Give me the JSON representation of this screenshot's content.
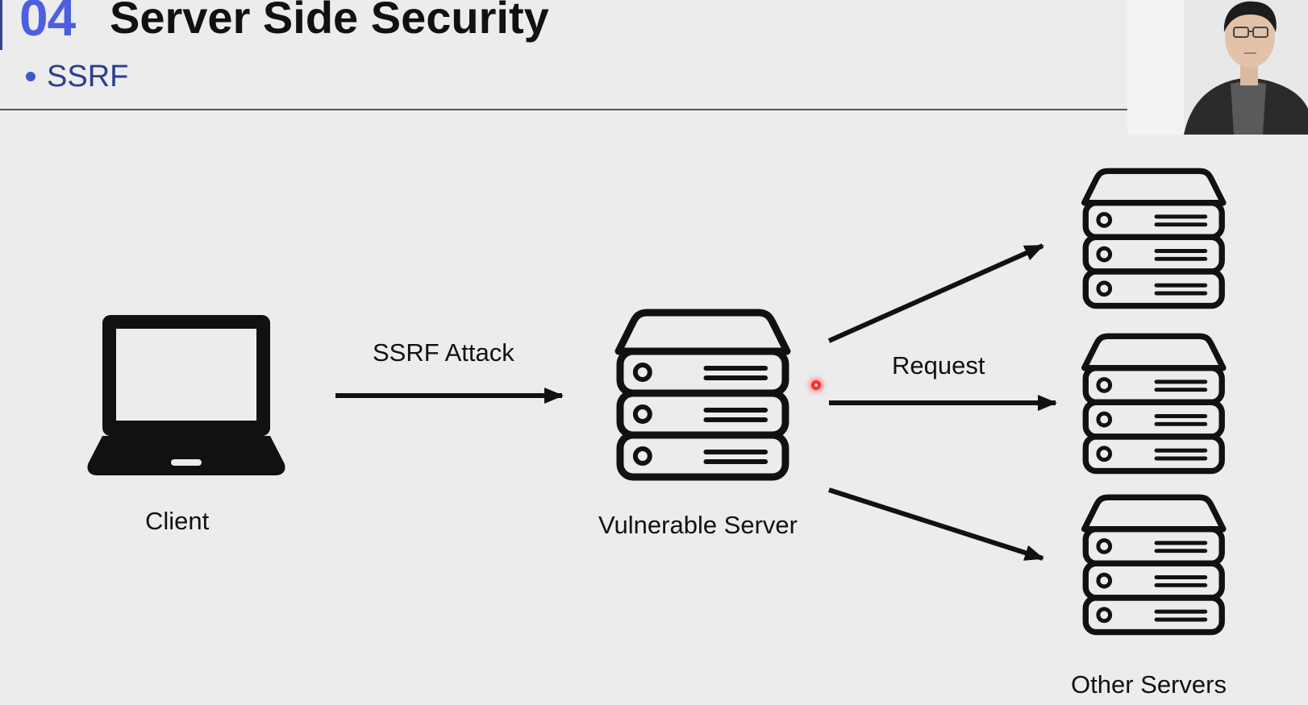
{
  "header": {
    "section_number": "04",
    "title": "Server Side Security",
    "bullet": "SSRF"
  },
  "diagram": {
    "client_label": "Client",
    "attack_label": "SSRF Attack",
    "server_label": "Vulnerable Server",
    "request_label": "Request",
    "targets_label": "Other Servers"
  },
  "colors": {
    "accent_number": "#4d5ee0",
    "bullet_text": "#2e3d8f",
    "icon": "#111111",
    "background": "#ececec",
    "laser_pointer": "#ff2a2a"
  },
  "icons": {
    "client": "laptop-icon",
    "server": "server-rack-icon"
  }
}
